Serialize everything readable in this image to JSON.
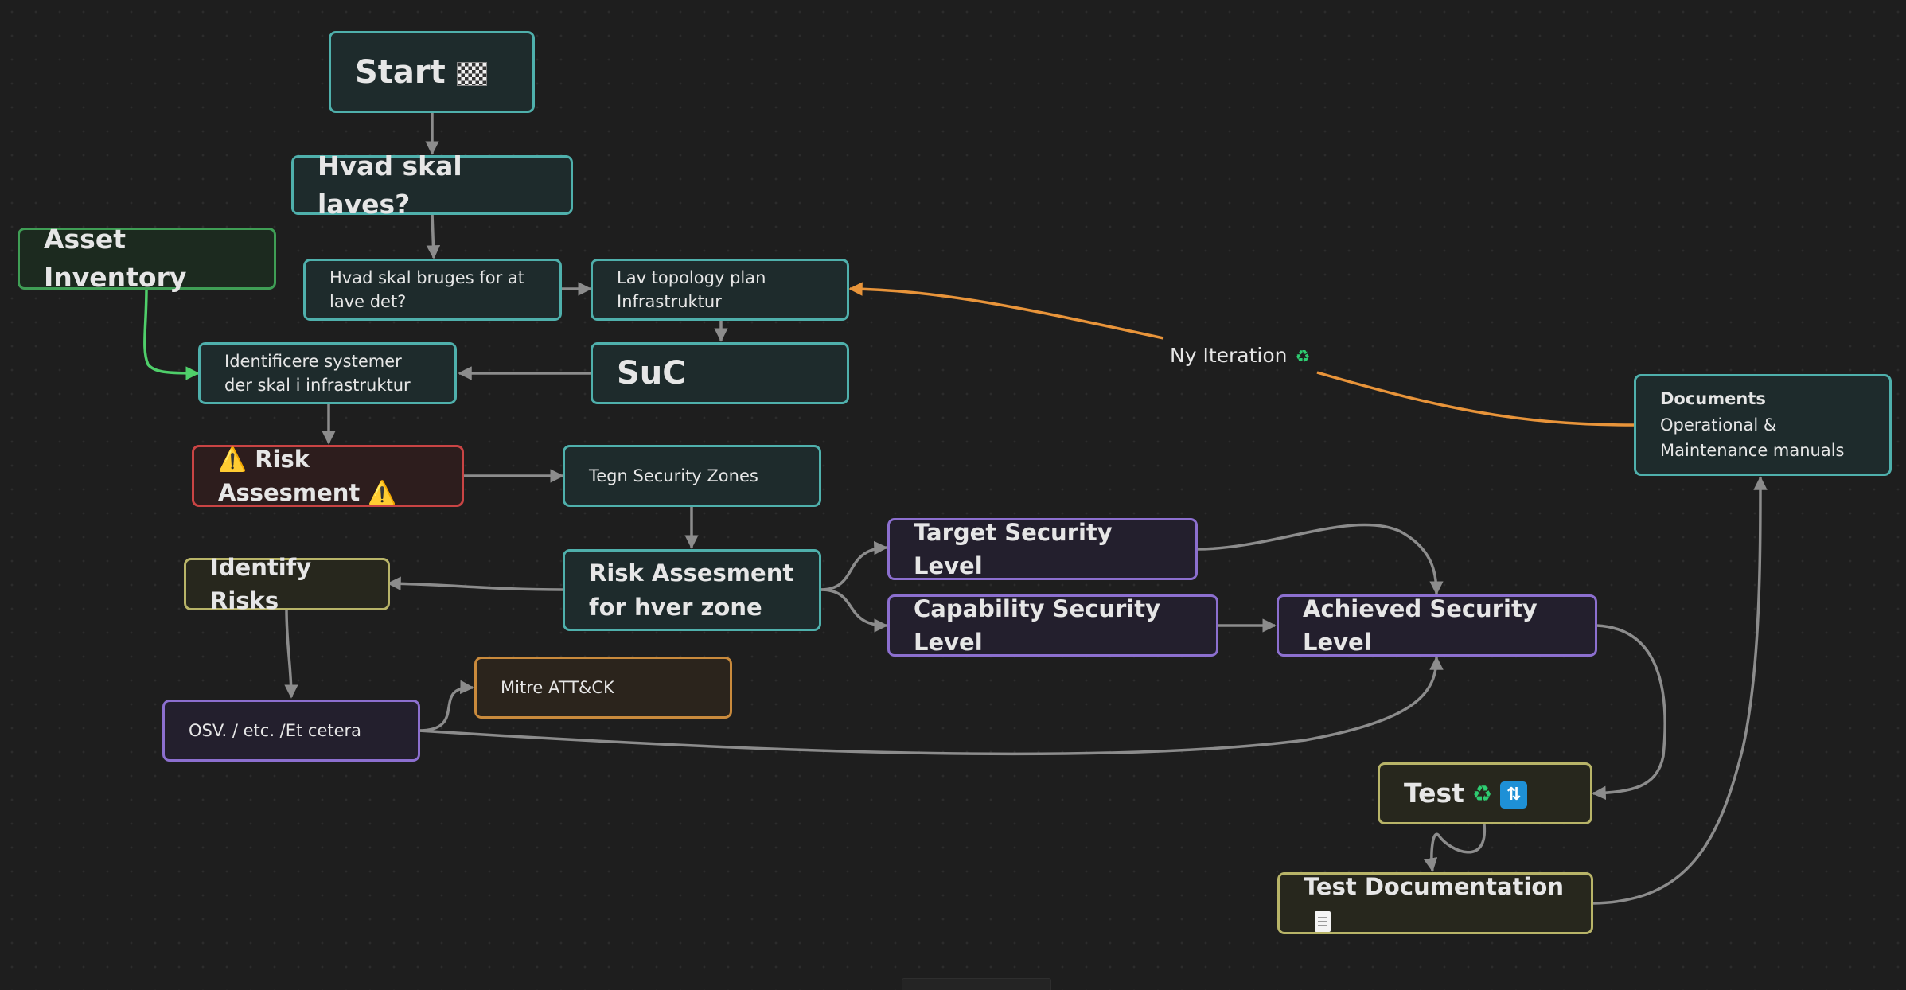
{
  "nodes": {
    "start": {
      "label": "Start",
      "icon": "checkered-flag-icon"
    },
    "hvad_skal_laves": {
      "label": "Hvad skal laves?"
    },
    "asset_inventory": {
      "label": "Asset Inventory"
    },
    "hvad_skal_bruges": {
      "label": "Hvad skal bruges for at lave det?"
    },
    "lav_topology": {
      "label": "Lav topology plan Infrastruktur"
    },
    "identificere": {
      "label": "Identificere systemer der skal i infrastruktur"
    },
    "suc": {
      "label": "SuC"
    },
    "risk_assesment": {
      "label": "⚠️ Risk Assesment ⚠️"
    },
    "tegn_security_zones": {
      "label": "Tegn Security Zones"
    },
    "risk_assesment_zone": {
      "label": "Risk Assesment for hver zone"
    },
    "identify_risks": {
      "label": "Identify Risks"
    },
    "target_security_level": {
      "label": "Target Security Level"
    },
    "capability_security_level": {
      "label": "Capability Security Level"
    },
    "achieved_security_level": {
      "label": "Achieved Security Level"
    },
    "osv": {
      "label": "OSV. / etc. /Et cetera"
    },
    "mitre": {
      "label": "Mitre ATT&CK"
    },
    "test": {
      "label": "Test",
      "icons": [
        "recycle-icon",
        "repeat-icon"
      ]
    },
    "test_documentation": {
      "label": "Test Documentation",
      "icon": "page-icon"
    },
    "documents": {
      "title": "Documents",
      "line1": "Operational &",
      "line2": "Maintenance manuals"
    }
  },
  "edge_labels": {
    "ny_iteration": {
      "label": "Ny Iteration",
      "icon": "recycle-icon"
    }
  },
  "colors": {
    "background": "#1e1e1e",
    "teal": "#4fb0ac",
    "green": "#3f9e55",
    "red": "#c94444",
    "yellow": "#b8b468",
    "purple": "#8c6fcf",
    "orange": "#c98a3c",
    "edge_gray": "#8c8c8c",
    "edge_orange": "#e8943a",
    "edge_green": "#4fcf6a"
  }
}
